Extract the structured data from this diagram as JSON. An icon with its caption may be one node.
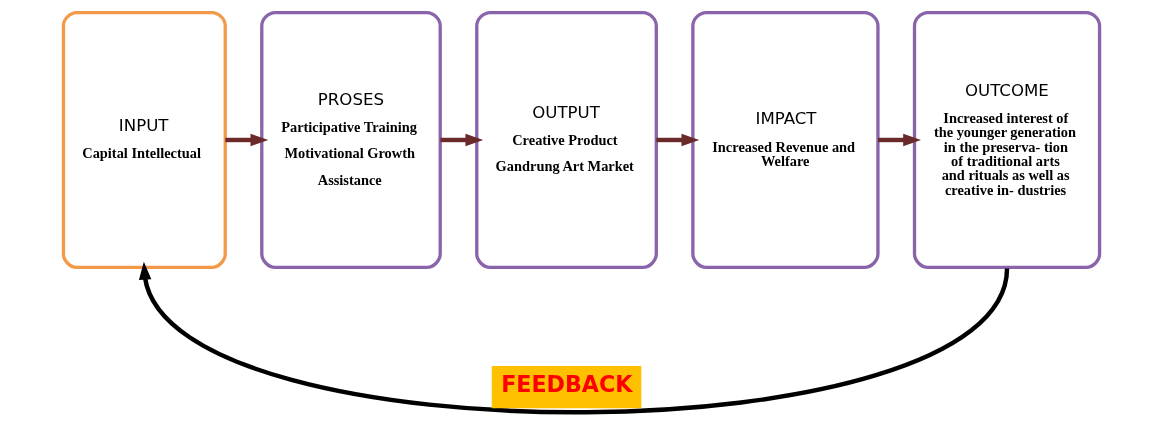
{
  "diagram": {
    "nodes": [
      {
        "text": [
          "INPUT",
          "Capital Intellectual"
        ]
      },
      {
        "text": [
          "PROSES",
          "Participative Training",
          "Motivational Growth",
          "Assistance"
        ]
      },
      {
        "text": [
          "OUTPUT",
          "Creative Product",
          "Gandrung Art Market"
        ]
      },
      {
        "text": [
          "IMPACT",
          "Increased Revenue and Welfare"
        ]
      },
      {
        "text": [
          "OUTCOME",
          "Increased interest of the younger generation in the preserva- tion of traditional arts and rituals as well as creative in- dustries"
        ]
      }
    ],
    "edges": [
      {
        "from": 0,
        "to": 1,
        "arrow": "to"
      },
      {
        "from": 1,
        "to": 2,
        "arrow": "to"
      },
      {
        "from": 2,
        "to": 3,
        "arrow": "to"
      },
      {
        "from": 3,
        "to": 4,
        "arrow": "to"
      },
      {
        "from": 4,
        "to": 0,
        "arrow": "to",
        "label": "FEEDBACK",
        "color": "#000000"
      }
    ]
  }
}
